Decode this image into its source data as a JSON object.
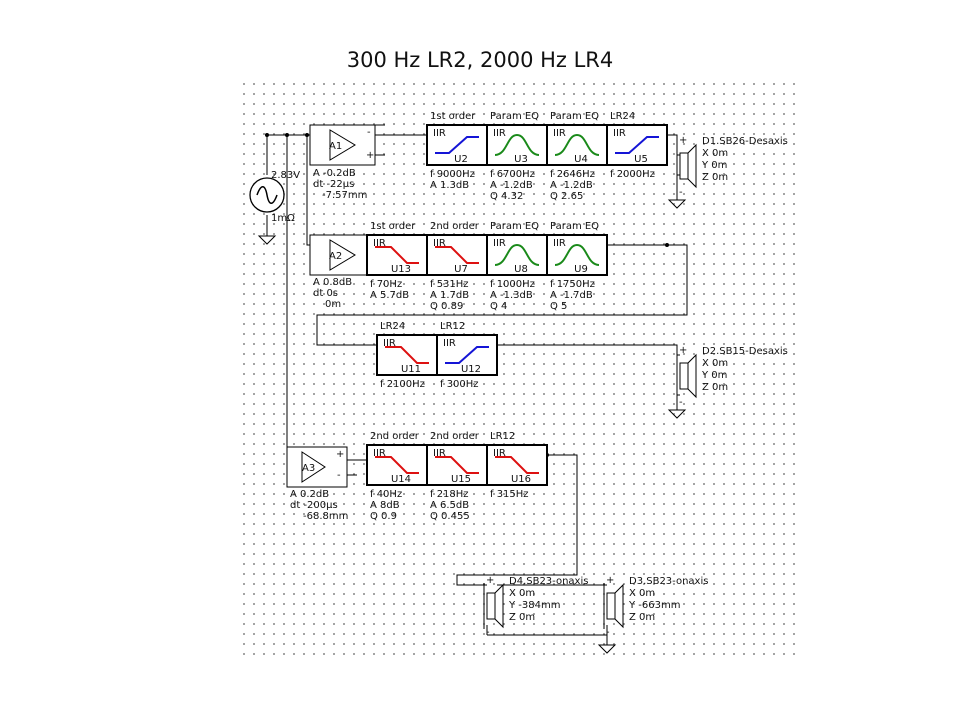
{
  "title": "300 Hz LR2, 2000 Hz LR4",
  "source": {
    "voltage": "2.83V",
    "resistance": "1mΩ"
  },
  "amplifiers": [
    {
      "name": "A1",
      "gain": "A  -0.2dB",
      "delay": "dt -22µs",
      "dist": "-7.57mm"
    },
    {
      "name": "A2",
      "gain": "A  0.8dB",
      "delay": "dt 0s",
      "dist": "0m"
    },
    {
      "name": "A3",
      "gain": "A  0.2dB",
      "delay": "dt -200µs",
      "dist": "-68.8mm"
    }
  ],
  "filters": [
    {
      "id": "U2",
      "type": "1st order",
      "label": "IIR",
      "shape": "hp",
      "color": "#1515d6",
      "params": [
        "f  9000Hz",
        "A  1.3dB"
      ]
    },
    {
      "id": "U3",
      "type": "Param EQ",
      "label": "IIR",
      "shape": "bell",
      "color": "#1a8a1a",
      "params": [
        "f  6700Hz",
        "A  -1.2dB",
        "Q 4.32"
      ]
    },
    {
      "id": "U4",
      "type": "Param EQ",
      "label": "IIR",
      "shape": "bell",
      "color": "#1a8a1a",
      "params": [
        "f  2646Hz",
        "A  -1.2dB",
        "Q 2.65"
      ]
    },
    {
      "id": "U5",
      "type": "LR24",
      "label": "IIR",
      "shape": "hp",
      "color": "#1515d6",
      "params": [
        "f  2000Hz"
      ]
    },
    {
      "id": "U13",
      "type": "1st order",
      "label": "IIR",
      "shape": "lp",
      "color": "#dd1111",
      "params": [
        "f  70Hz",
        "A  5.7dB"
      ]
    },
    {
      "id": "U7",
      "type": "2nd order",
      "label": "IIR",
      "shape": "lp",
      "color": "#dd1111",
      "params": [
        "f  531Hz",
        "A  1.7dB",
        "Q 0.89"
      ]
    },
    {
      "id": "U8",
      "type": "Param EQ",
      "label": "IIR",
      "shape": "bell",
      "color": "#1a8a1a",
      "params": [
        "f  1000Hz",
        "A  -1.3dB",
        "Q 4"
      ]
    },
    {
      "id": "U9",
      "type": "Param EQ",
      "label": "IIR",
      "shape": "bell",
      "color": "#1a8a1a",
      "params": [
        "f  1750Hz",
        "A  -1.7dB",
        "Q 5"
      ]
    },
    {
      "id": "U11",
      "type": "LR24",
      "label": "IIR",
      "shape": "lp",
      "color": "#dd1111",
      "params": [
        "f  2100Hz"
      ]
    },
    {
      "id": "U12",
      "type": "LR12",
      "label": "IIR",
      "shape": "hp",
      "color": "#1515d6",
      "params": [
        "f  300Hz"
      ]
    },
    {
      "id": "U14",
      "type": "2nd order",
      "label": "IIR",
      "shape": "lp",
      "color": "#dd1111",
      "params": [
        "f  40Hz",
        "A  8dB",
        "Q 0.9"
      ]
    },
    {
      "id": "U15",
      "type": "2nd order",
      "label": "IIR",
      "shape": "lp",
      "color": "#dd1111",
      "params": [
        "f  218Hz",
        "A  6.5dB",
        "Q 0.455"
      ]
    },
    {
      "id": "U16",
      "type": "LR12",
      "label": "IIR",
      "shape": "lp",
      "color": "#dd1111",
      "params": [
        "f  315Hz"
      ]
    }
  ],
  "drivers": [
    {
      "name": "D1.SB26-Desaxis",
      "color": "#1a8a1a",
      "x": "X 0m",
      "y": "Y 0m",
      "z": "Z 0m"
    },
    {
      "name": "D2.SB15-Desaxis",
      "color": "#1515d6",
      "x": "X 0m",
      "y": "Y 0m",
      "z": "Z 0m"
    },
    {
      "name": "D4.SB23-onaxis",
      "color": "#dd1111",
      "x": "X 0m",
      "y": "Y -384mm",
      "z": "Z 0m"
    },
    {
      "name": "D3.SB23-onaxis",
      "color": "#dd1111",
      "x": "X 0m",
      "y": "Y -663mm",
      "z": "Z 0m"
    }
  ]
}
